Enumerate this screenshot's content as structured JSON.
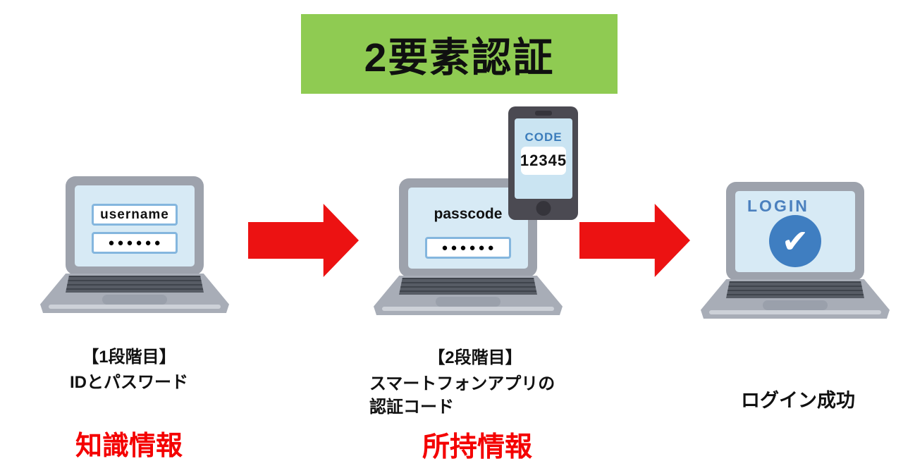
{
  "title": "2要素認証",
  "step1": {
    "username": "username",
    "dots": "●●●●●●",
    "caption1": "【1段階目】",
    "caption2": "IDとパスワード",
    "factor": "知識情報"
  },
  "step2": {
    "passcode_label": "passcode",
    "dots": "●●●●●●",
    "phone_code_label": "CODE",
    "phone_code_value": "12345",
    "caption1": "【2段階目】",
    "caption2": "スマートフォンアプリの",
    "caption3": "認証コード",
    "factor": "所持情報"
  },
  "step3": {
    "login_label": "LOGIN",
    "check_glyph": "✔",
    "caption": "ログイン成功"
  },
  "colors": {
    "banner_green": "#8FCB52",
    "arrow_red": "#EC1212",
    "factor_red": "#F40000",
    "screen_blue": "#D7EAF5",
    "accent_blue": "#3F7EC1",
    "phone_screen_blue": "#CAE4F2",
    "code_text_blue": "#3B7CBB",
    "login_text_blue": "#4B80BE"
  }
}
